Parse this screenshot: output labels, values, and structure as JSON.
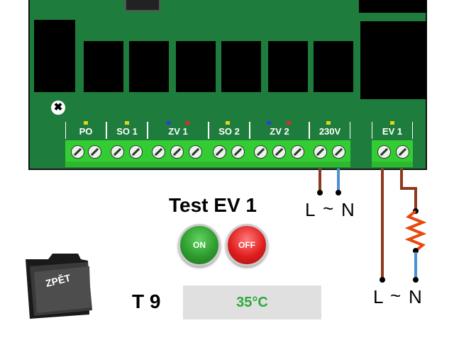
{
  "board": {
    "terminals": [
      "PO",
      "SO 1",
      "ZV 1",
      "SO 2",
      "ZV 2",
      "230V"
    ],
    "ev_terminal": "EV 1"
  },
  "mains_upper": {
    "l": "L",
    "tilde": "~",
    "n": "N"
  },
  "mains_lower": {
    "l": "L",
    "tilde": "~",
    "n": "N"
  },
  "test": {
    "title": "Test EV 1",
    "on_label": "ON",
    "off_label": "OFF"
  },
  "sensor": {
    "name": "T 9",
    "value": "35°C"
  },
  "back": {
    "label": "ZPĚT"
  },
  "colors": {
    "board": "#1e7d3c",
    "terminal": "#33cc33",
    "on": "#2e9c2e",
    "off": "#e01e1e",
    "wire_live": "#8b3a1e",
    "wire_neutral": "#4a8fd0",
    "heater": "#e8480e",
    "temp_text": "#2aaa3a"
  }
}
